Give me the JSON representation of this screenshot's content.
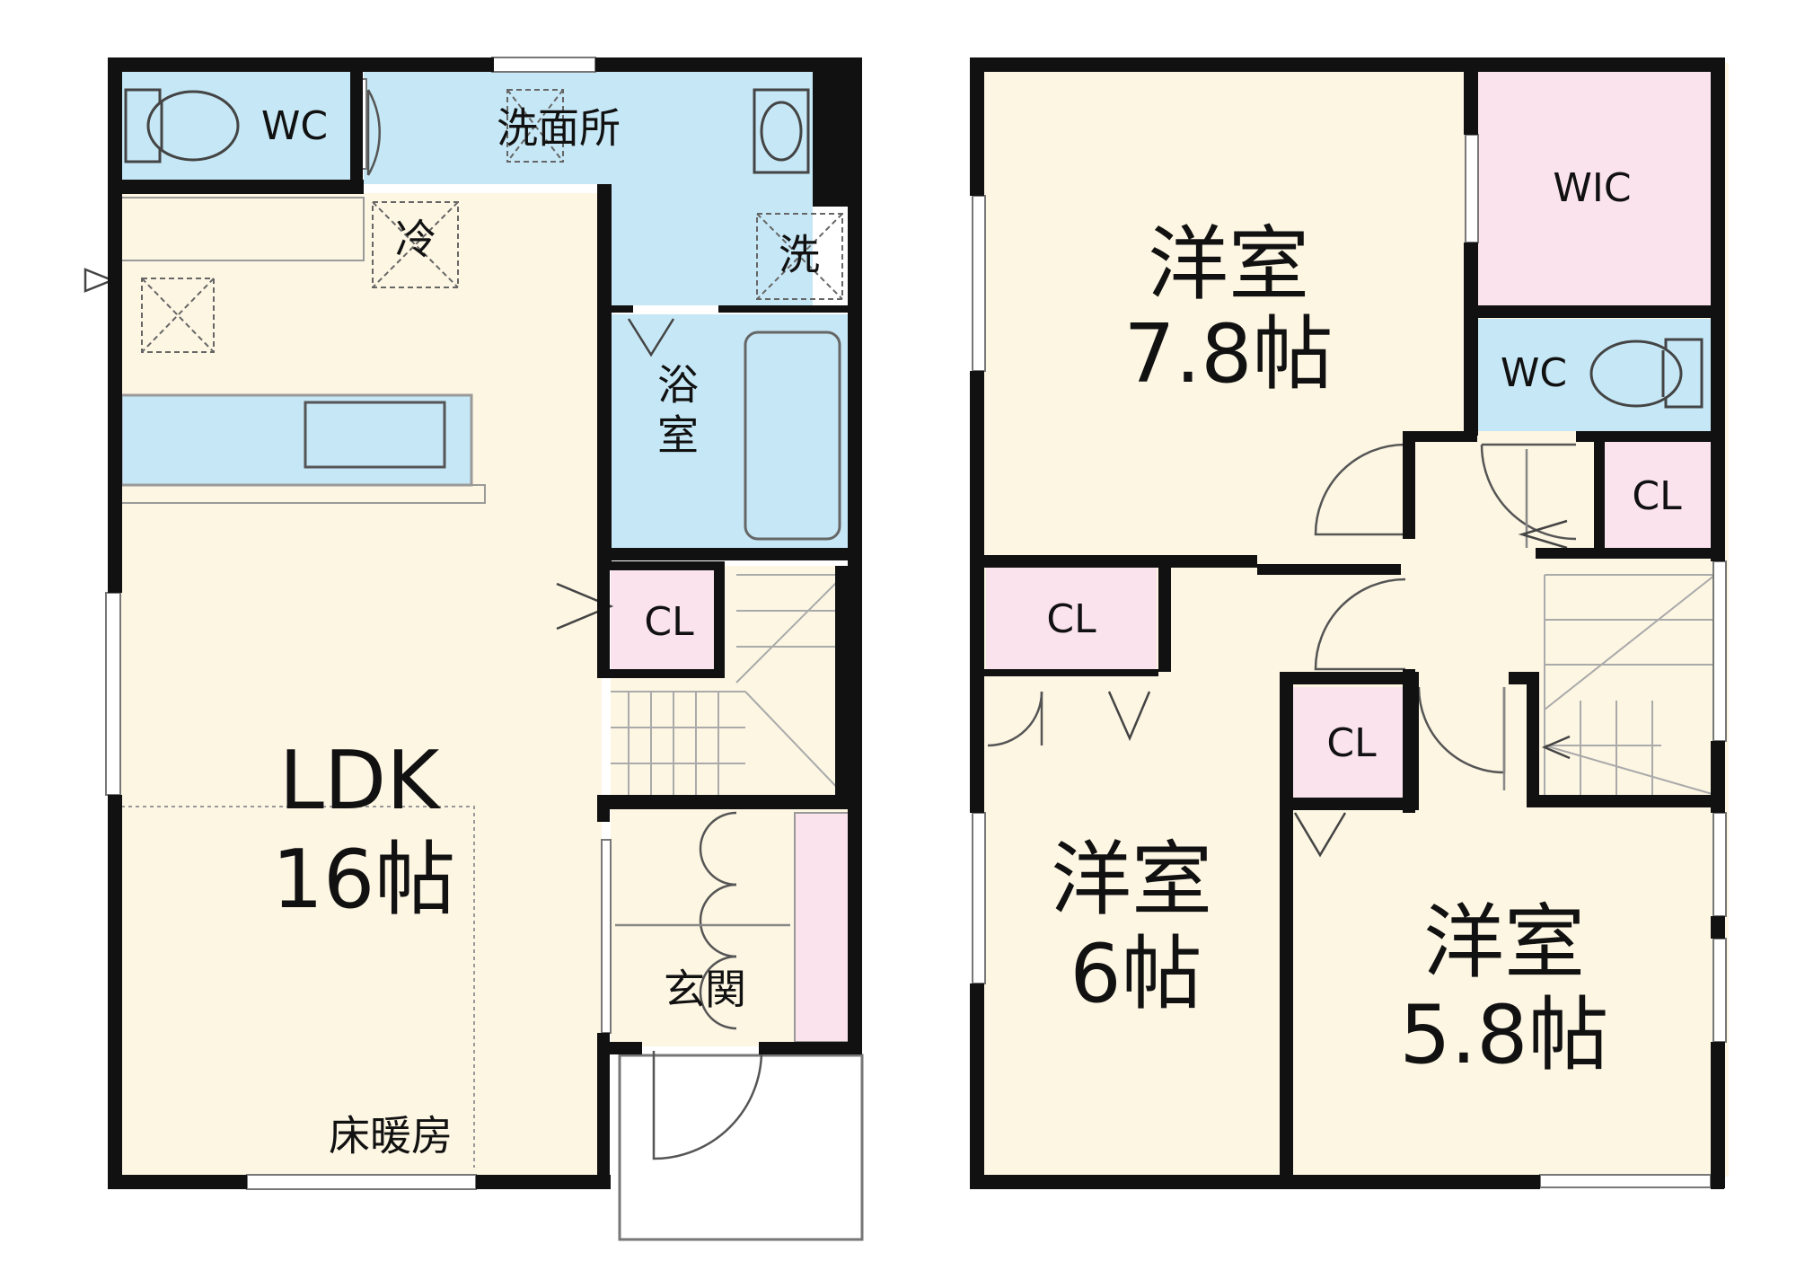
{
  "floor1": {
    "wc": "WC",
    "washroom": "洗面所",
    "fridge": "冷",
    "washer": "洗",
    "bath": [
      "浴",
      "室"
    ],
    "cl": "CL",
    "ldk": [
      "LDK",
      "16帖"
    ],
    "entrance": "玄関",
    "floor_heating": "床暖房"
  },
  "floor2": {
    "room_a": [
      "洋室",
      "7.8帖"
    ],
    "wic": "WIC",
    "wc": "WC",
    "cl_hall": "CL",
    "cl_left": "CL",
    "cl_mid": "CL",
    "room_b": [
      "洋室",
      "6帖"
    ],
    "room_c": [
      "洋室",
      "5.8帖"
    ]
  },
  "colors": {
    "wall": "#111111",
    "wood_floor": "#fdf6e3",
    "wet_area": "#c6e8f6",
    "storage": "#fbe3ee",
    "outline": "#8a8a8a"
  }
}
